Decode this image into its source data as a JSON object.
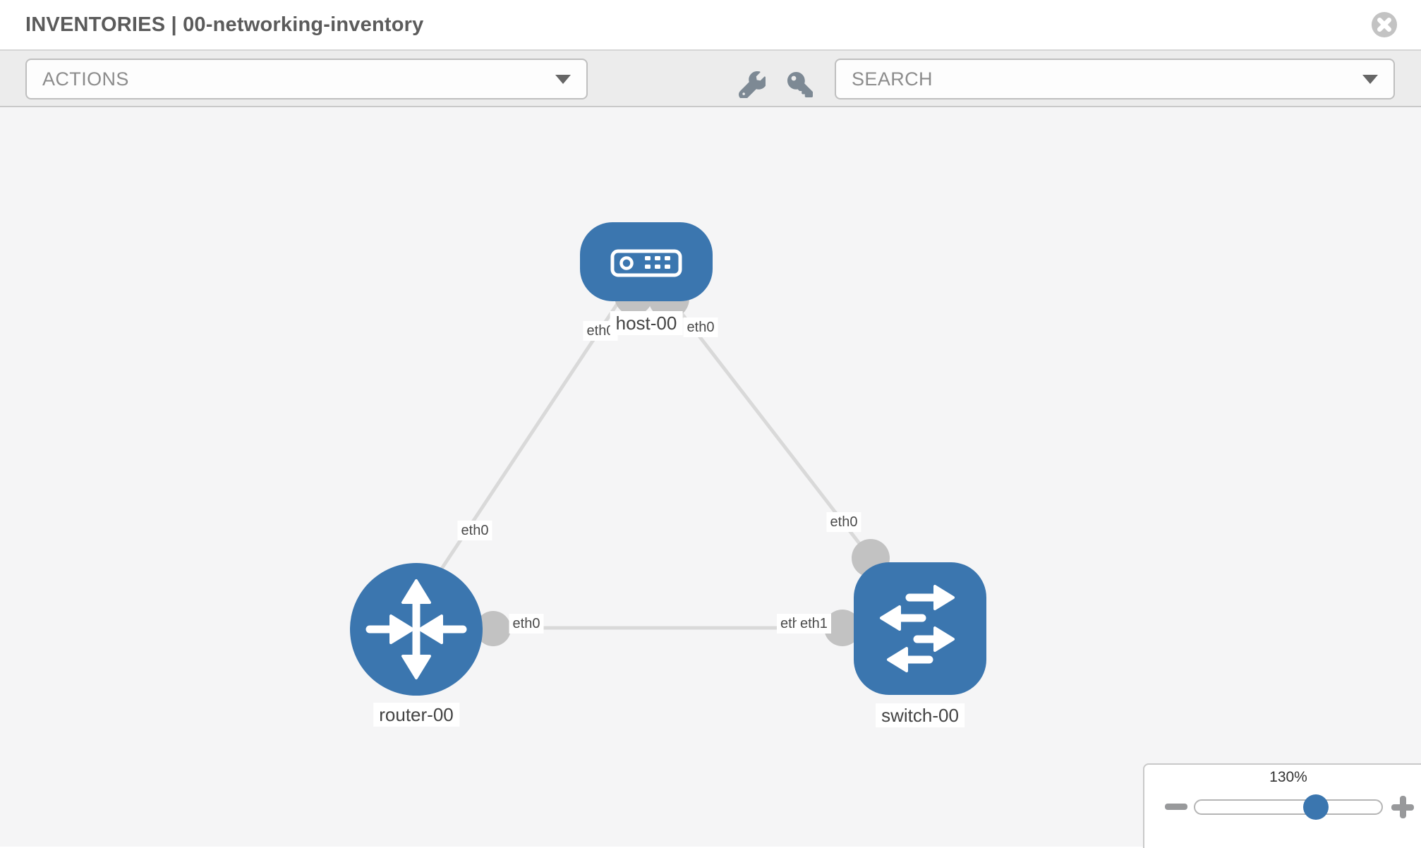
{
  "header": {
    "title": "INVENTORIES | 00-networking-inventory"
  },
  "toolbar": {
    "actions_label": "ACTIONS",
    "search_label": "SEARCH"
  },
  "icons": {
    "close": "circle-x",
    "actions_caret": "triangle-down",
    "search_caret": "triangle-down",
    "wrench": "wrench",
    "key": "key",
    "zoom_out": "minus",
    "zoom_in": "plus"
  },
  "topology": {
    "nodes": [
      {
        "label": "host-00",
        "type": "host"
      },
      {
        "label": "router-00",
        "type": "router"
      },
      {
        "label": "switch-00",
        "type": "switch"
      }
    ],
    "links": [
      {
        "from": "host-00",
        "to": "router-00"
      },
      {
        "from": "host-00",
        "to": "switch-00"
      },
      {
        "from": "router-00",
        "to": "switch-00"
      }
    ],
    "interfaces": {
      "host_left": "eth0",
      "host_right": "eth0",
      "router_uplink": "eth0",
      "switch_uplink": "eth0",
      "router_lan": "eth0",
      "switch_lan_under": "eth0",
      "switch_lan_over": "eth1"
    }
  },
  "zoom": {
    "level": "130%"
  },
  "colors": {
    "node_blue": "#3b76af",
    "edge_gray": "#d9d9d9",
    "connector_gray": "#c2c2c2",
    "toolbar_icon_gray": "#7d8994"
  }
}
